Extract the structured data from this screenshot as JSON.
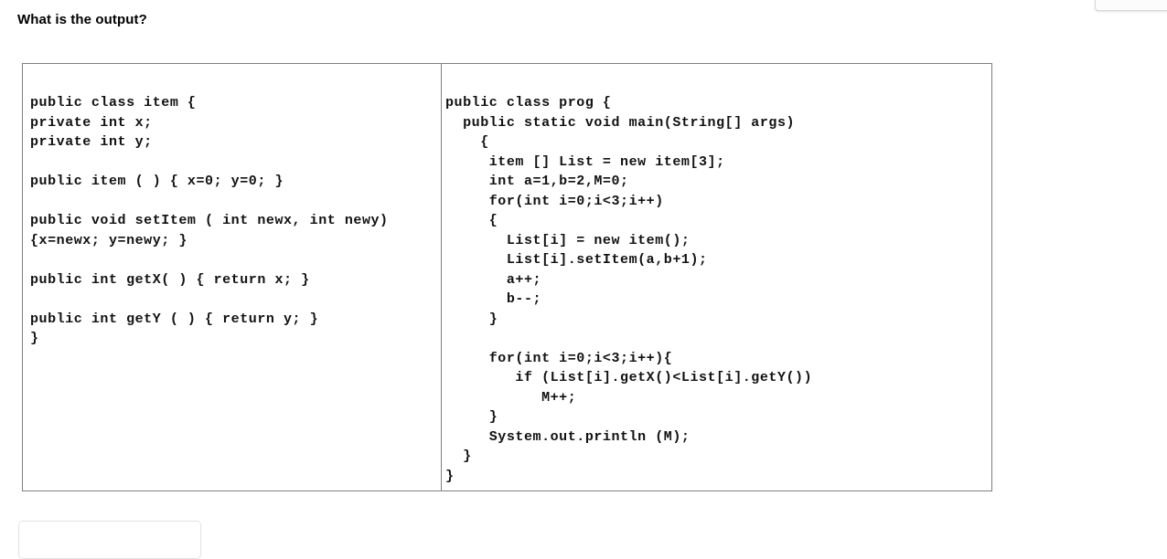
{
  "page": {
    "background_color": "#ffffff",
    "text_color": "#000000"
  },
  "question": {
    "heading": "What is the output?"
  },
  "top_right_widget": {
    "name": "clipped-toolbar-chip",
    "background_color": "#fcfcfc",
    "border_color": "#d8d8d8"
  },
  "answer_box": {
    "value": "",
    "placeholder": "",
    "border_color": "#e2e2e2"
  },
  "code_table": {
    "border_color": "#808080",
    "left_pane": {
      "title": "item-class-source",
      "code": "public class item {\nprivate int x;\nprivate int y;\n\npublic item ( ) { x=0; y=0; }\n\npublic void setItem ( int newx, int newy)\n{x=newx; y=newy; }\n\npublic int getX( ) { return x; }\n\npublic int getY ( ) { return y; }\n}",
      "lines": [
        "public class item {",
        "private int x;",
        "private int y;",
        "",
        "public item ( ) { x=0; y=0; }",
        "",
        "public void setItem ( int newx, int newy)",
        "{x=newx; y=newy; }",
        "",
        "public int getX( ) { return x; }",
        "",
        "public int getY ( ) { return y; }",
        "}"
      ]
    },
    "right_pane": {
      "title": "prog-class-source",
      "code": "public class prog {\n  public static void main(String[] args)\n    {\n     item [] List = new item[3];\n     int a=1,b=2,M=0;\n     for(int i=0;i<3;i++)\n     {\n       List[i] = new item();\n       List[i].setItem(a,b+1);\n       a++;\n       b--;\n     }\n\n     for(int i=0;i<3;i++){\n        if (List[i].getX()<List[i].getY())\n           M++;\n     }\n     System.out.println (M);\n  }\n}",
      "lines": [
        "public class prog {",
        "  public static void main(String[] args)",
        "    {",
        "     item [] List = new item[3];",
        "     int a=1,b=2,M=0;",
        "     for(int i=0;i<3;i++)",
        "     {",
        "       List[i] = new item();",
        "       List[i].setItem(a,b+1);",
        "       a++;",
        "       b--;",
        "     }",
        "",
        "     for(int i=0;i<3;i++){",
        "        if (List[i].getX()<List[i].getY())",
        "           M++;",
        "     }",
        "     System.out.println (M);",
        "  }",
        "}"
      ]
    }
  }
}
